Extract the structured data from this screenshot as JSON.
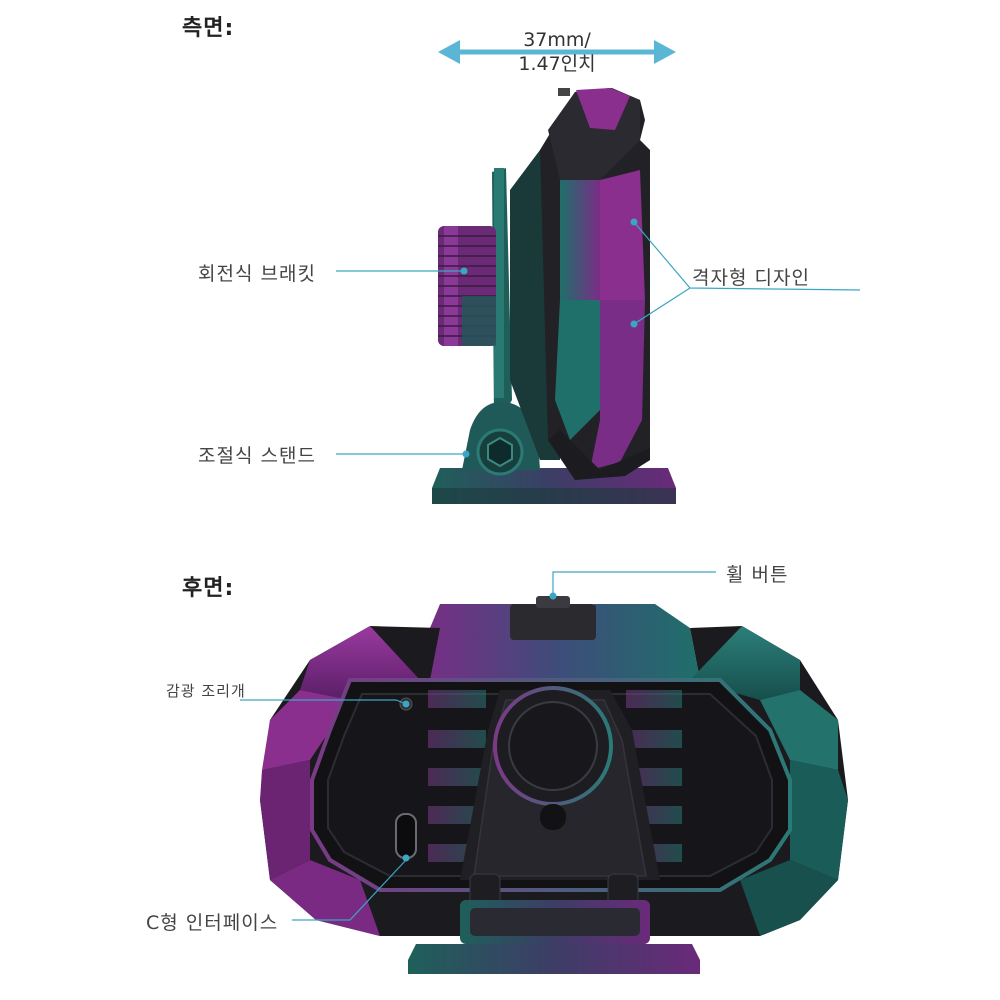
{
  "side_view": {
    "heading": "측면:",
    "dimension_line1": "37mm/",
    "dimension_line2": "1.47인치",
    "callouts": {
      "rotating_bracket": "회전식 브래킷",
      "grid_design": "격자형 디자인",
      "adjustable_stand": "조절식 스탠드"
    }
  },
  "rear_view": {
    "heading": "후면:",
    "callouts": {
      "wheel_button": "휠 버튼",
      "light_sensor": "감광 조리개",
      "type_c": "C형 인터페이스"
    }
  },
  "colors": {
    "accent_line": "#3aa6c4",
    "arrow": "#5bb6d6",
    "purple": "#8a2f8e",
    "teal": "#1f6f6a",
    "dark": "#1e1e22"
  }
}
